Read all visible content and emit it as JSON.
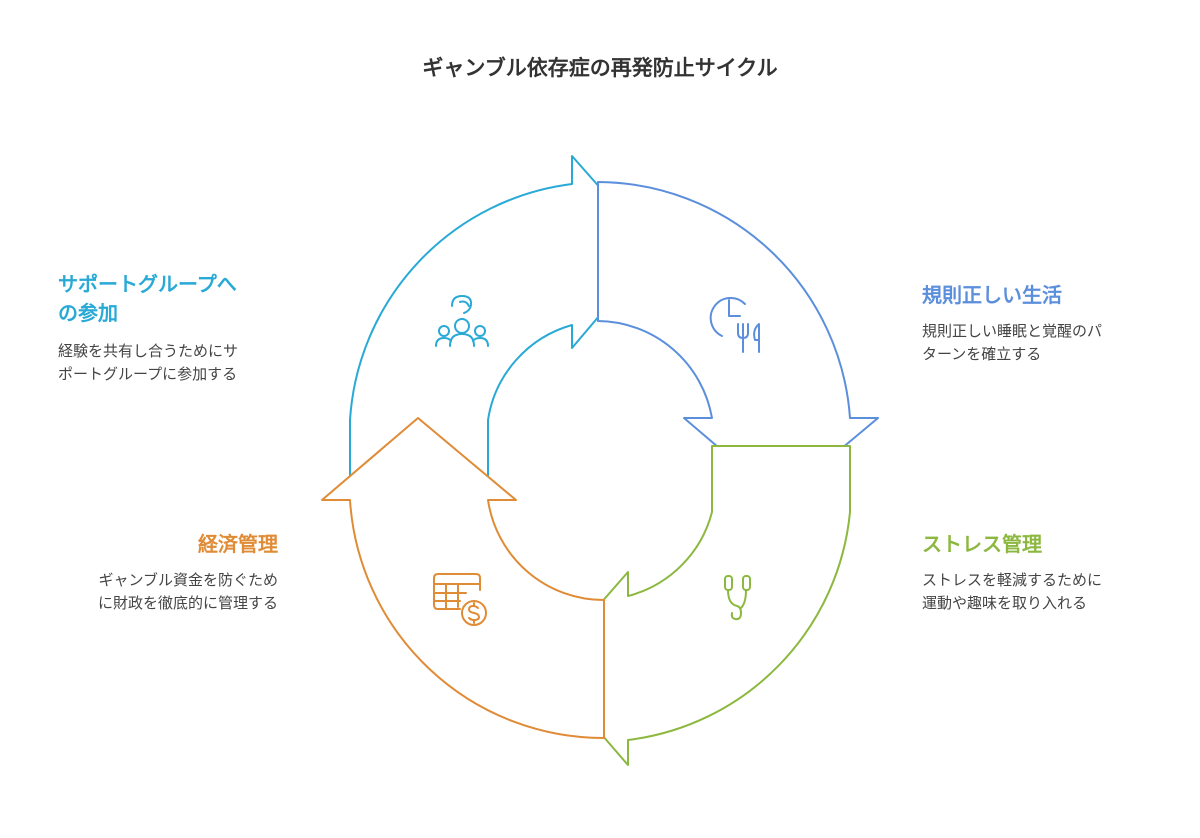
{
  "title": "ギャンブル依存症の再発防止サイクル",
  "colors": {
    "support": "#29a9d6",
    "lifestyle": "#5b8fdc",
    "stress": "#8cb83f",
    "finance": "#e08b36"
  },
  "sections": {
    "support": {
      "title_line1": "サポートグループへ",
      "title_line2": "の参加",
      "desc_line1": "経験を共有し合うためにサ",
      "desc_line2": "ポートグループに参加する",
      "icon": "support-group-icon"
    },
    "lifestyle": {
      "title": "規則正しい生活",
      "desc_line1": "規則正しい睡眠と覚醒のパ",
      "desc_line2": "ターンを確立する",
      "icon": "clock-utensils-icon"
    },
    "stress": {
      "title": "ストレス管理",
      "desc_line1": "ストレスを軽減するために",
      "desc_line2": "運動や趣味を取り入れる",
      "icon": "jump-rope-icon"
    },
    "finance": {
      "title": "経済管理",
      "desc_line1": "ギャンブル資金を防ぐため",
      "desc_line2": "に財政を徹底的に管理する",
      "icon": "budget-table-dollar-icon"
    }
  }
}
